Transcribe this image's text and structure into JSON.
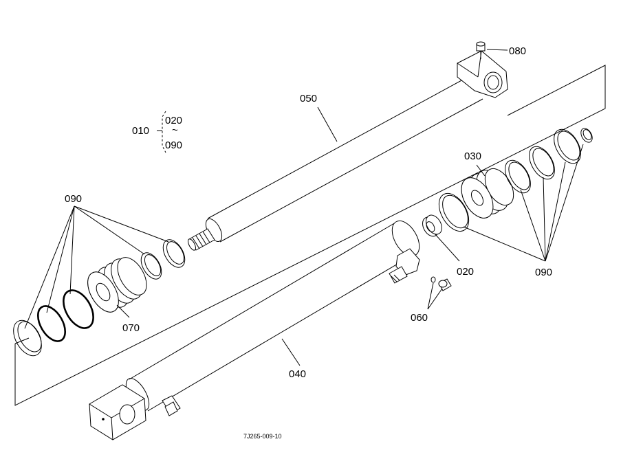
{
  "labels": {
    "p010": "010",
    "p020_group": "020",
    "tilde": "~",
    "p090_group": "090",
    "p050": "050",
    "p080": "080",
    "p030": "030",
    "p090_left": "090",
    "p090_right": "090",
    "p070": "070",
    "p020": "020",
    "p060": "060",
    "p040": "040"
  },
  "drawing_code": "7J265-009-10"
}
